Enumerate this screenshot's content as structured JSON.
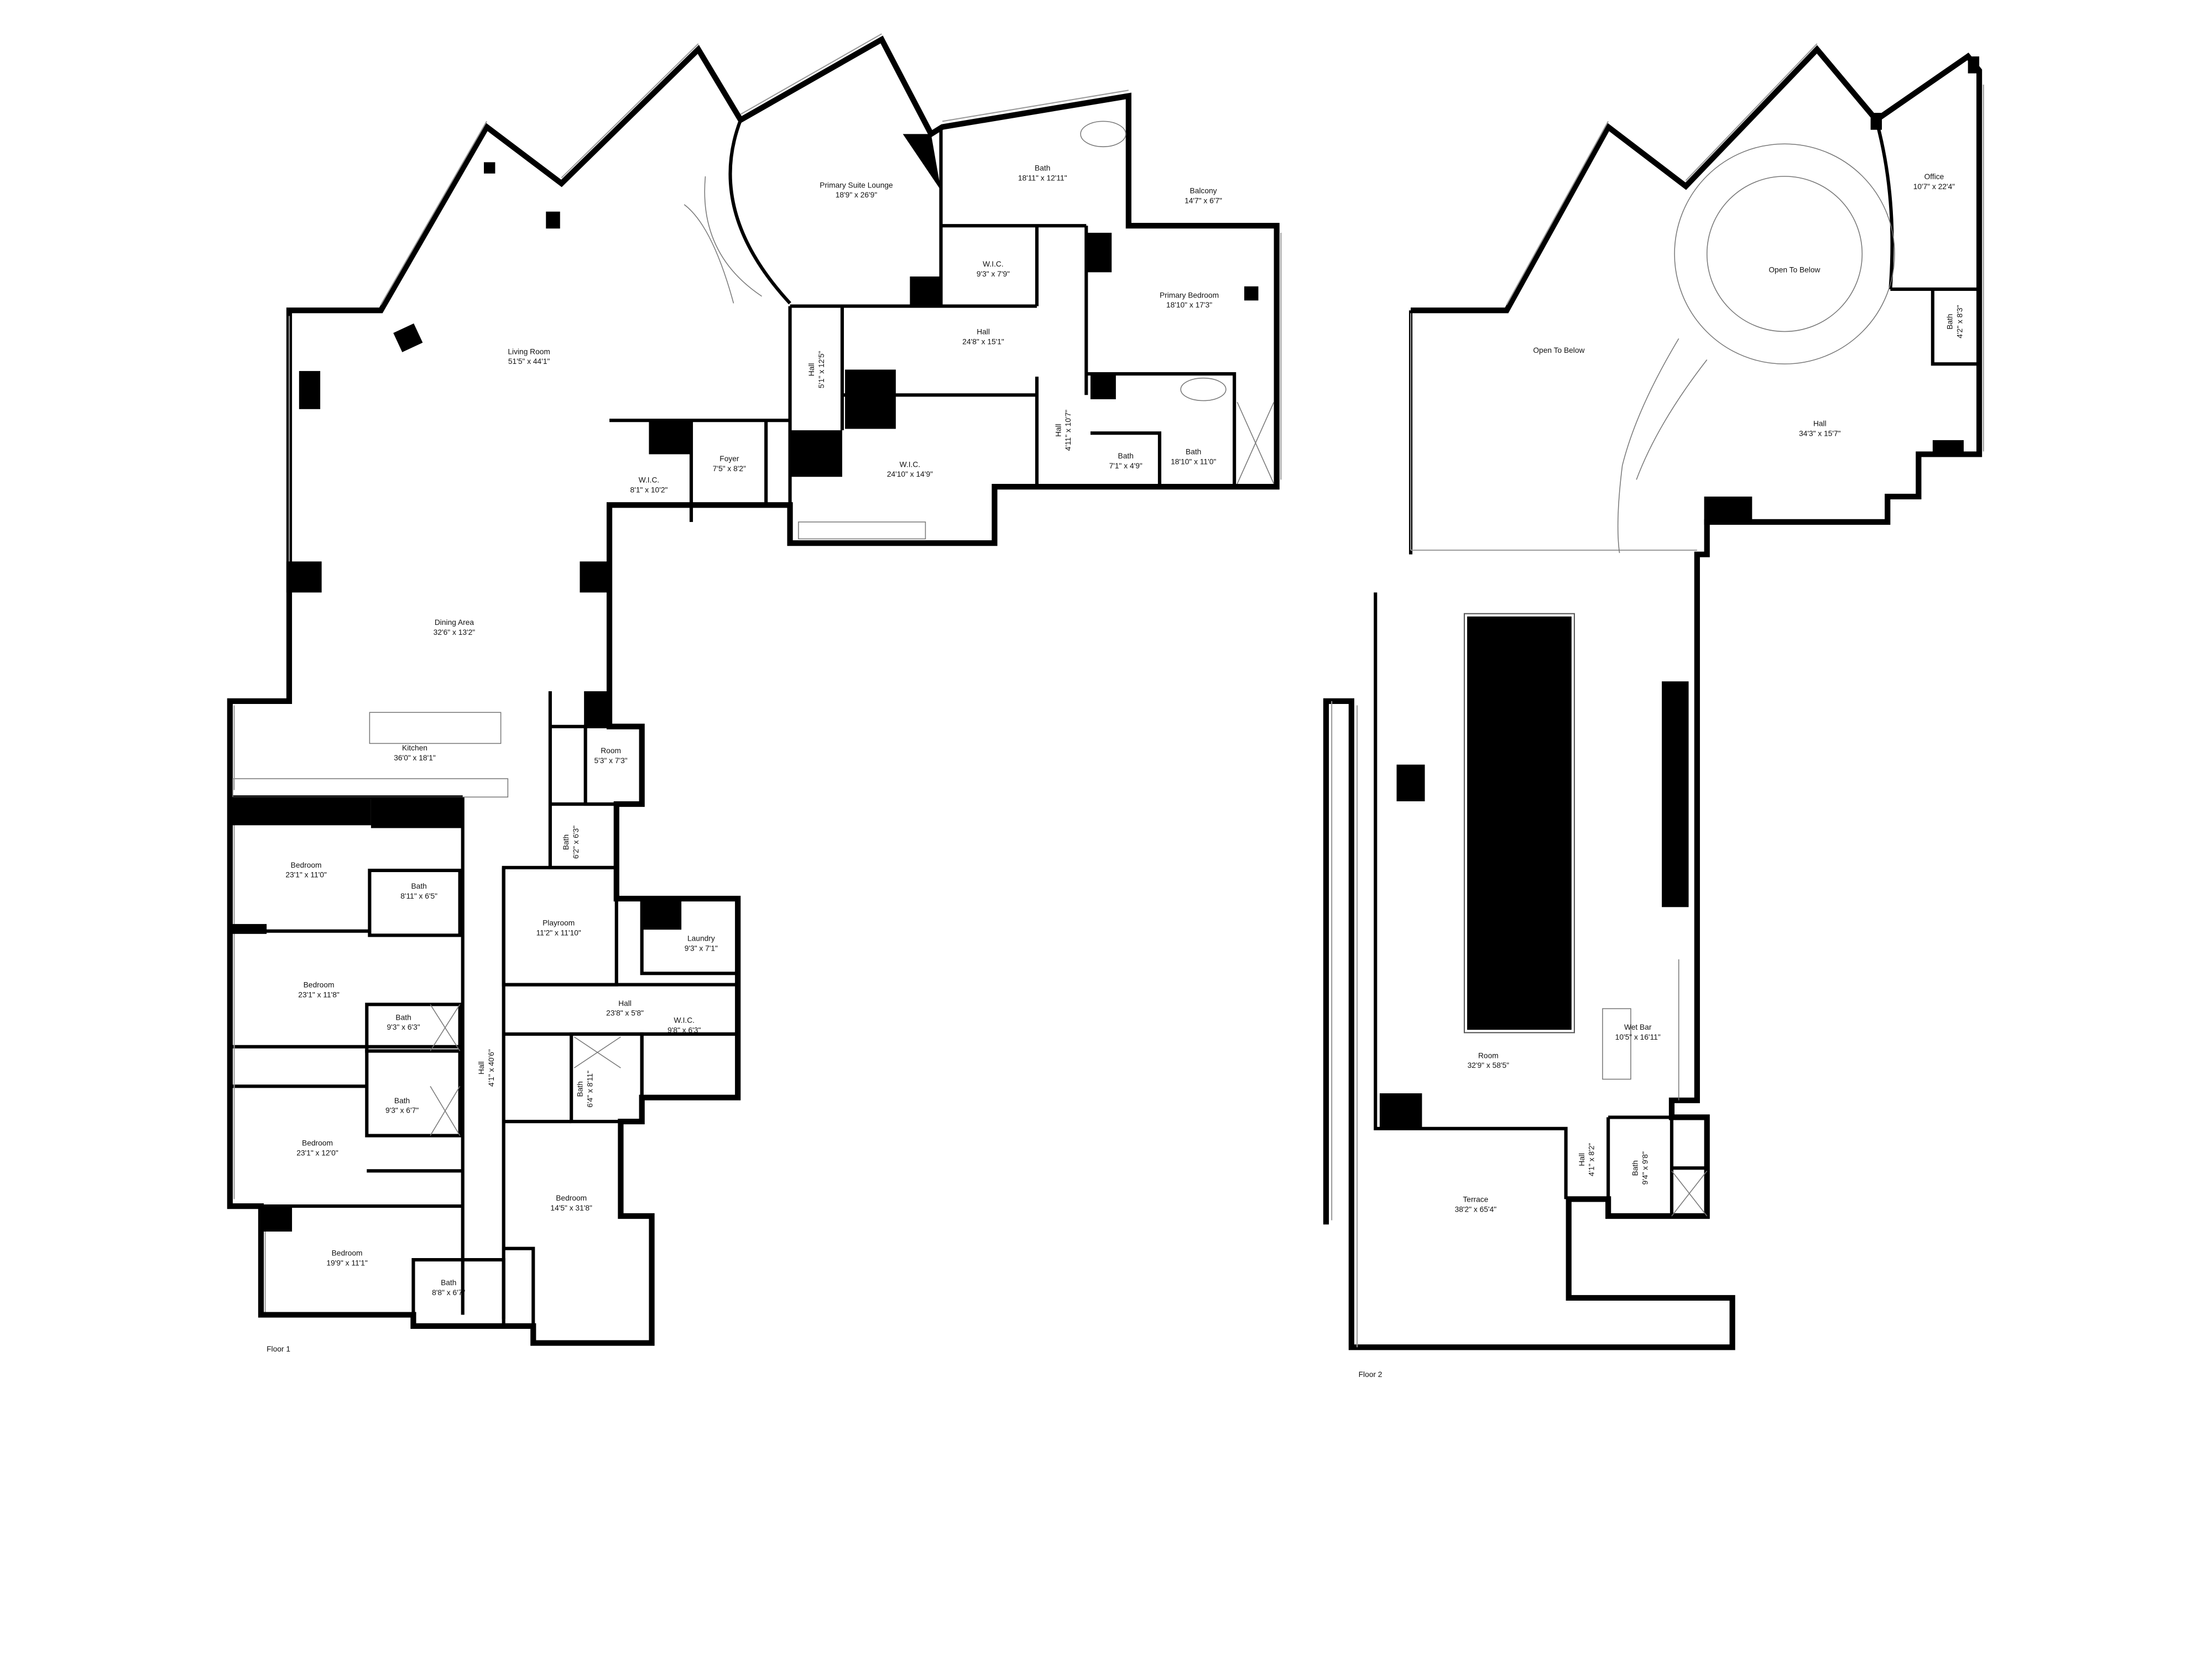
{
  "floor1": {
    "label": "Floor 1",
    "rooms": [
      {
        "name": "Primary Suite Lounge",
        "size": "18'9\" x 26'9\""
      },
      {
        "name": "Bath",
        "size": "18'11\" x 12'11\""
      },
      {
        "name": "Balcony",
        "size": "14'7\" x 6'7\""
      },
      {
        "name": "W.I.C.",
        "size": "9'3\" x 7'9\""
      },
      {
        "name": "Primary Bedroom",
        "size": "18'10\" x 17'3\""
      },
      {
        "name": "Living Room",
        "size": "51'5\" x 44'1\""
      },
      {
        "name": "Hall",
        "size": "24'8\" x 15'1\""
      },
      {
        "name": "Hall",
        "size": "5'1\" x 12'5\""
      },
      {
        "name": "Hall",
        "size": "4'11\" x 10'7\""
      },
      {
        "name": "Bath",
        "size": "18'10\" x 11'0\""
      },
      {
        "name": "Bath",
        "size": "7'1\" x 4'9\""
      },
      {
        "name": "Foyer",
        "size": "7'5\" x 8'2\""
      },
      {
        "name": "W.I.C.",
        "size": "8'1\" x 10'2\""
      },
      {
        "name": "W.I.C.",
        "size": "24'10\" x 14'9\""
      },
      {
        "name": "Dining Area",
        "size": "32'6\" x 13'2\""
      },
      {
        "name": "Kitchen",
        "size": "36'0\" x 18'1\""
      },
      {
        "name": "Room",
        "size": "5'3\" x 7'3\""
      },
      {
        "name": "Bath",
        "size": "6'2\" x 6'3\""
      },
      {
        "name": "Bedroom",
        "size": "23'1\" x 11'0\""
      },
      {
        "name": "Bath",
        "size": "8'11\" x 6'5\""
      },
      {
        "name": "Playroom",
        "size": "11'2\" x 11'10\""
      },
      {
        "name": "Laundry",
        "size": "9'3\" x 7'1\""
      },
      {
        "name": "Bedroom",
        "size": "23'1\" x 11'8\""
      },
      {
        "name": "Hall",
        "size": "23'8\" x 5'8\""
      },
      {
        "name": "Bath",
        "size": "9'3\" x 6'3\""
      },
      {
        "name": "W.I.C.",
        "size": "9'8\" x 6'3\""
      },
      {
        "name": "Hall",
        "size": "4'1\" x 40'6\""
      },
      {
        "name": "Bath",
        "size": "6'4\" x 8'11\""
      },
      {
        "name": "Bath",
        "size": "9'3\" x 6'7\""
      },
      {
        "name": "Bedroom",
        "size": "23'1\" x 12'0\""
      },
      {
        "name": "Bedroom",
        "size": "14'5\" x 31'8\""
      },
      {
        "name": "Bedroom",
        "size": "19'9\" x 11'1\""
      },
      {
        "name": "Bath",
        "size": "8'8\" x 6'7\""
      }
    ]
  },
  "floor2": {
    "label": "Floor 2",
    "rooms": [
      {
        "name": "Office",
        "size": "10'7\" x 22'4\""
      },
      {
        "name": "Open To Below",
        "size": ""
      },
      {
        "name": "Open To Below",
        "size": ""
      },
      {
        "name": "Bath",
        "size": "4'2\" x 8'3\""
      },
      {
        "name": "Hall",
        "size": "34'3\" x 15'7\""
      },
      {
        "name": "Wet Bar",
        "size": "10'5\" x 16'11\""
      },
      {
        "name": "Room",
        "size": "32'9\" x 58'5\""
      },
      {
        "name": "Hall",
        "size": "4'1\" x 8'2\""
      },
      {
        "name": "Bath",
        "size": "9'4\" x 9'8\""
      },
      {
        "name": "Terrace",
        "size": "38'2\" x 65'4\""
      }
    ]
  }
}
